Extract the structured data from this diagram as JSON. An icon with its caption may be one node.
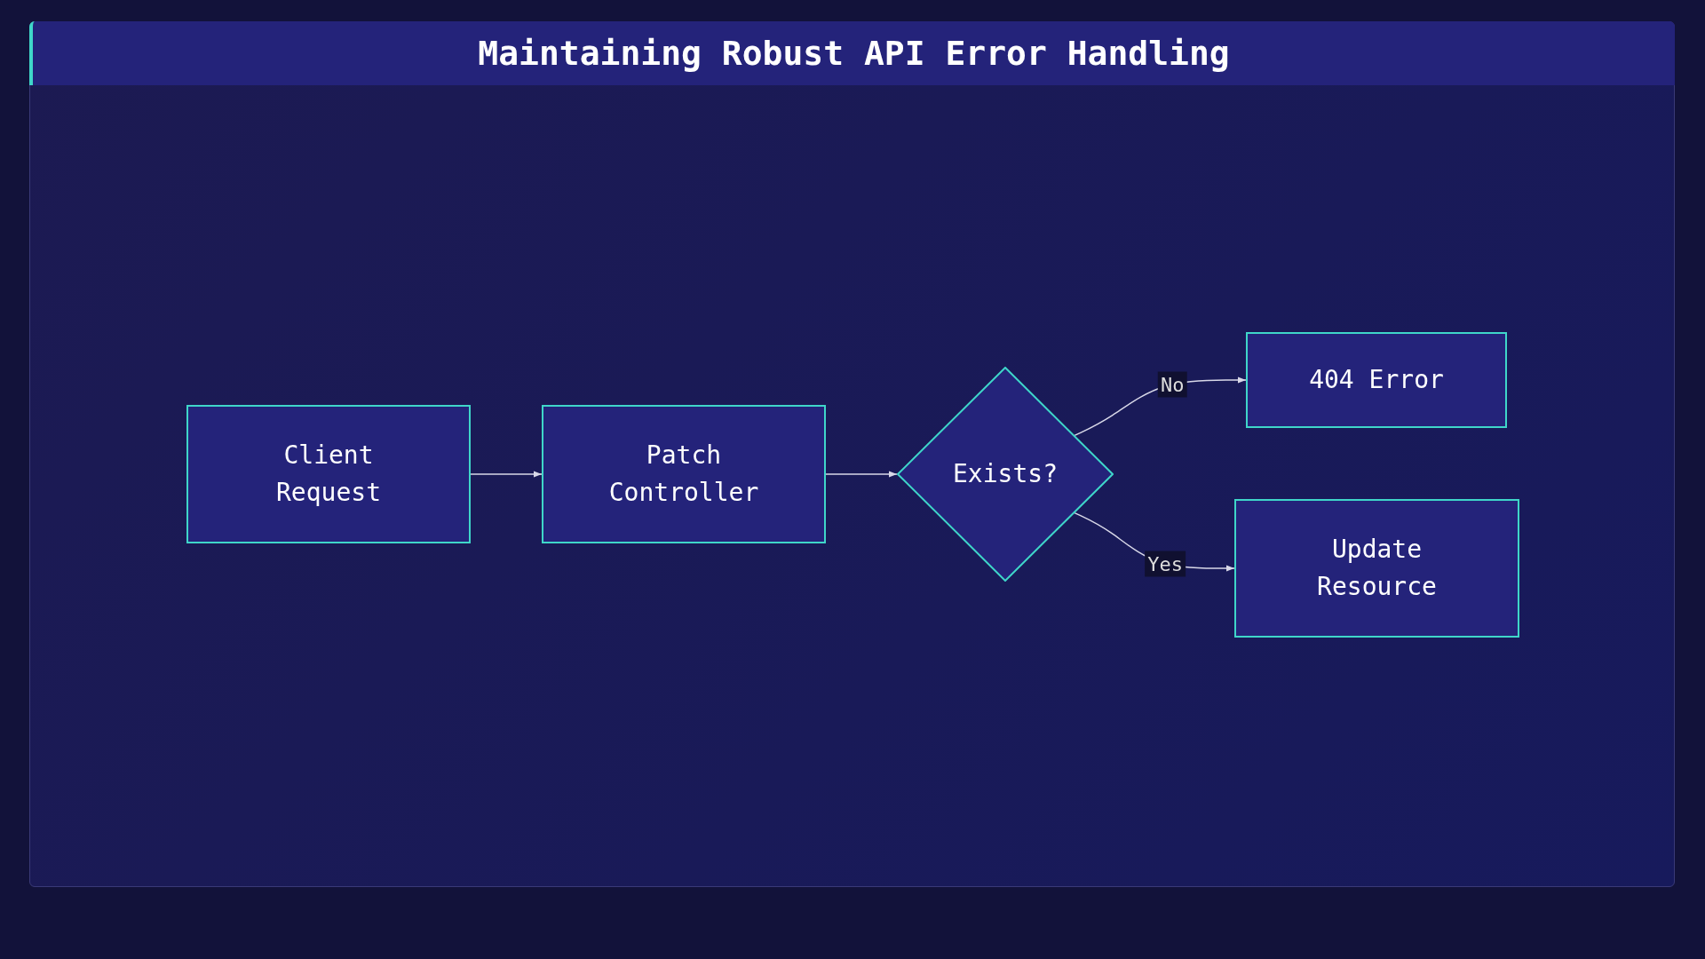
{
  "diagram": {
    "title": "Maintaining Robust API Error Handling",
    "nodes": [
      {
        "text": [
          "Client Request"
        ]
      },
      {
        "text": [
          "Patch Controller"
        ]
      },
      {
        "text": [
          "Exists?"
        ]
      },
      {
        "text": [
          "404 Error"
        ]
      },
      {
        "text": [
          "Update Resource"
        ]
      }
    ],
    "edges": [
      {
        "from": 0,
        "to": 1,
        "arrow": "to"
      },
      {
        "from": 1,
        "to": 2,
        "arrow": "to"
      },
      {
        "from": 2,
        "to": 3,
        "arrow": "to",
        "label": "No"
      },
      {
        "from": 2,
        "to": 4,
        "arrow": "to",
        "label": "Yes"
      }
    ]
  }
}
